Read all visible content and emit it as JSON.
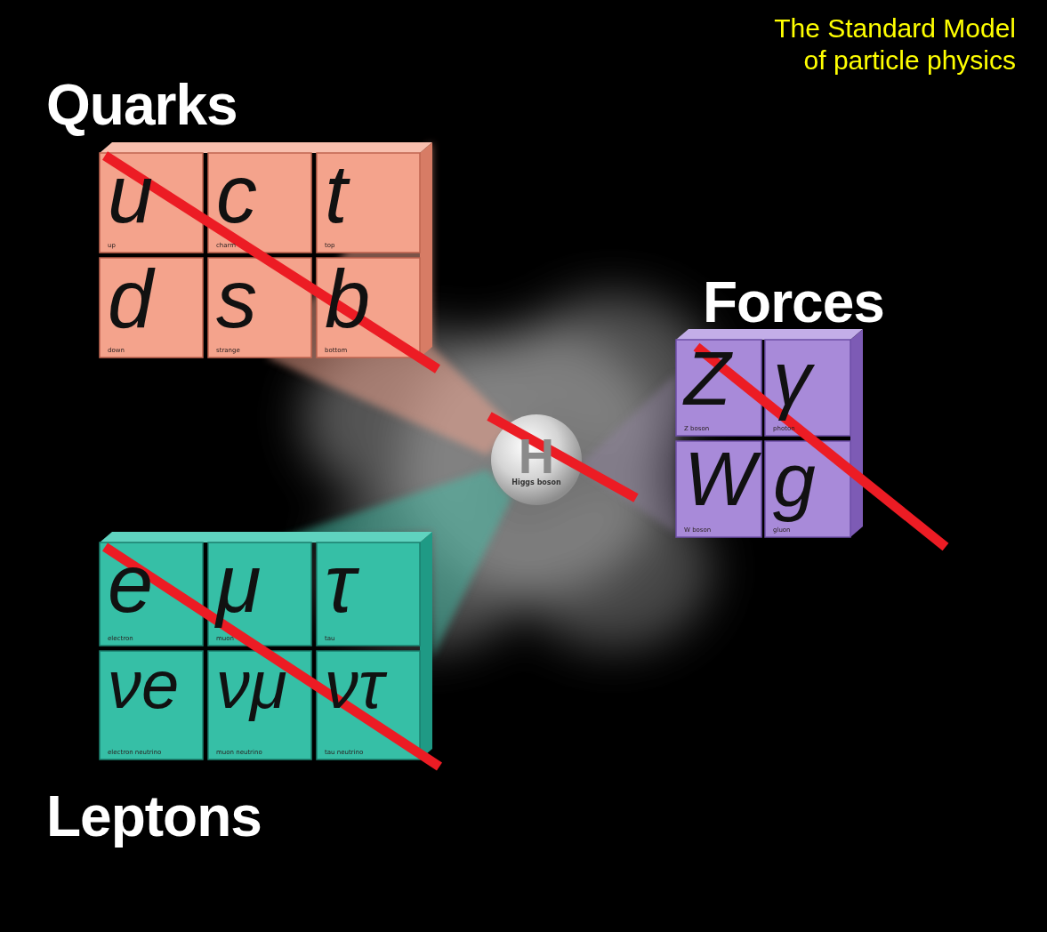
{
  "diagram": {
    "title": "The Standard Model of particle physics",
    "nodes": [
      {
        "text": [
          "Quarks"
        ]
      },
      {
        "text": [
          "u",
          "up"
        ],
        "in": 0
      },
      {
        "text": [
          "c",
          "charm"
        ],
        "in": 0
      },
      {
        "text": [
          "t",
          "top"
        ],
        "in": 0
      },
      {
        "text": [
          "d",
          "down"
        ],
        "in": 0
      },
      {
        "text": [
          "s",
          "strange"
        ],
        "in": 0
      },
      {
        "text": [
          "b",
          "bottom"
        ],
        "in": 0
      },
      {
        "text": [
          "H",
          "Higgs boson"
        ]
      },
      {
        "text": [
          "Forces"
        ]
      },
      {
        "text": [
          "Z",
          "Z boson"
        ],
        "in": 8
      },
      {
        "text": [
          "γ",
          "photon"
        ],
        "in": 8
      },
      {
        "text": [
          "W",
          "W boson"
        ],
        "in": 8
      },
      {
        "text": [
          "g",
          "gluon"
        ],
        "in": 8
      },
      {
        "text": [
          "Leptons"
        ]
      },
      {
        "text": [
          "e",
          "electron"
        ],
        "in": 13
      },
      {
        "text": [
          "μ",
          "muon"
        ],
        "in": 13
      },
      {
        "text": [
          "τ",
          "tau"
        ],
        "in": 13
      },
      {
        "text": [
          "νe",
          "electron neutrino"
        ],
        "in": 13
      },
      {
        "text": [
          "νμ",
          "muon neutrino"
        ],
        "in": 13
      },
      {
        "text": [
          "ντ",
          "tau neutrino"
        ],
        "in": 13
      }
    ]
  }
}
